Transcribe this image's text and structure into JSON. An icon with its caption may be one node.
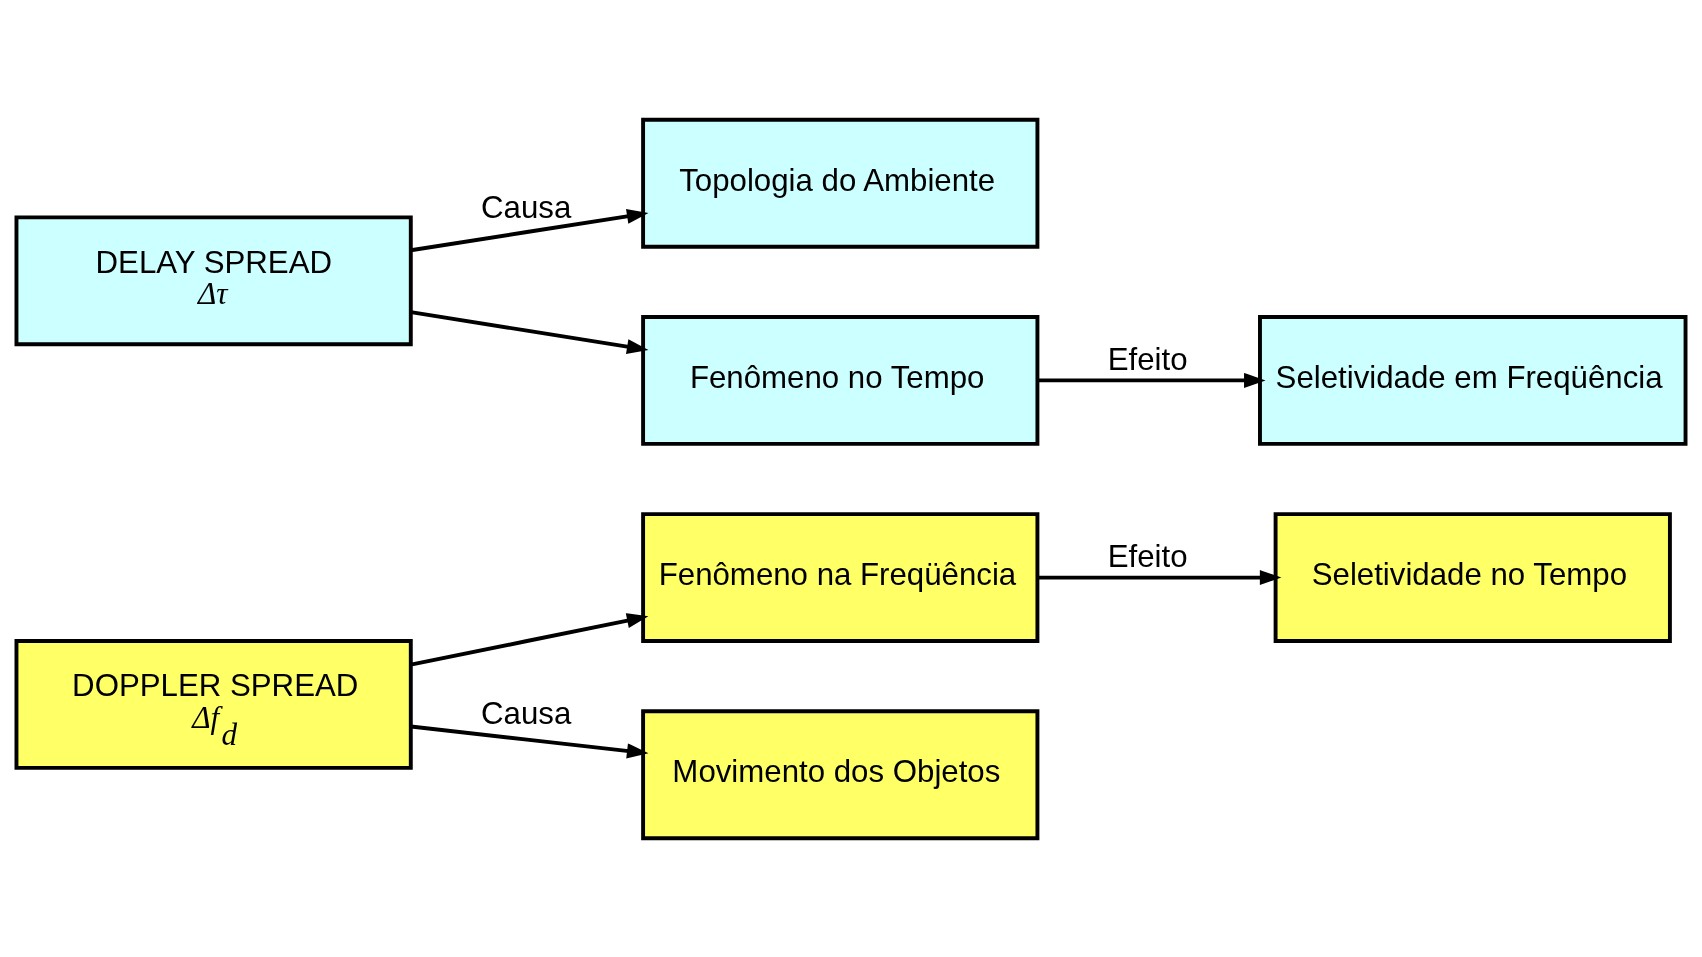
{
  "diagram": {
    "nodes": [
      {
        "text": [
          "DOPPLER SPREAD",
          "Δf$_{d}$"
        ]
      },
      {
        "text": [
          "Fenômeno na Freqüência"
        ]
      },
      {
        "text": [
          "Seletividade no Tempo"
        ]
      },
      {
        "text": [
          "Movimento dos Objetos"
        ]
      },
      {
        "text": [
          "DELAY SPREAD",
          "Δτ"
        ]
      },
      {
        "text": [
          "Topologia do Ambiente"
        ]
      },
      {
        "text": [
          "Fenômeno no Tempo"
        ]
      },
      {
        "text": [
          "Seletividade em Freqüência"
        ]
      }
    ],
    "edges": [
      {
        "from": 0,
        "to": 1,
        "arrow": "to"
      },
      {
        "from": 1,
        "to": 2,
        "arrow": "to",
        "label": "Efeito"
      },
      {
        "from": 0,
        "to": 3,
        "arrow": "to",
        "label": "Causa"
      },
      {
        "from": 4,
        "to": 5,
        "arrow": "to",
        "label": "Causa"
      },
      {
        "from": 4,
        "to": 6,
        "arrow": "to"
      },
      {
        "from": 6,
        "to": 7,
        "arrow": "to",
        "label": "Efeito"
      }
    ]
  }
}
